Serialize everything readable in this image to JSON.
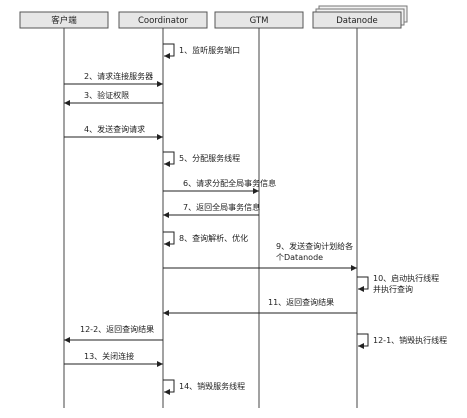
{
  "lifelines": [
    {
      "id": "client",
      "label": "客户端"
    },
    {
      "id": "coord",
      "label": "Coordinator"
    },
    {
      "id": "gtm",
      "label": "GTM"
    },
    {
      "id": "dn",
      "label": "Datanode"
    }
  ],
  "messages": [
    {
      "id": "m1",
      "label": "1、监听服务端口",
      "from": "coord",
      "to": "coord"
    },
    {
      "id": "m2",
      "label": "2、请求连接服务器",
      "from": "client",
      "to": "coord"
    },
    {
      "id": "m3",
      "label": "3、验证权限",
      "from": "coord",
      "to": "client"
    },
    {
      "id": "m4",
      "label": "4、发送查询请求",
      "from": "client",
      "to": "coord"
    },
    {
      "id": "m5",
      "label": "5、分配服务线程",
      "from": "coord",
      "to": "coord"
    },
    {
      "id": "m6",
      "label": "6、请求分配全局事务信息",
      "from": "coord",
      "to": "gtm"
    },
    {
      "id": "m7",
      "label": "7、返回全局事务信息",
      "from": "gtm",
      "to": "coord"
    },
    {
      "id": "m8",
      "label": "8、查询解析、优化",
      "from": "coord",
      "to": "coord"
    },
    {
      "id": "m9",
      "label_lines": [
        "9、发送查询计划给各",
        "个Datanode"
      ],
      "from": "coord",
      "to": "dn"
    },
    {
      "id": "m10",
      "label_lines": [
        "10、启动执行线程",
        "并执行查询"
      ],
      "from": "dn",
      "to": "dn"
    },
    {
      "id": "m11",
      "label": "11、返回查询结果",
      "from": "dn",
      "to": "coord"
    },
    {
      "id": "m12a",
      "label": "12-1、销毁执行线程",
      "from": "dn",
      "to": "dn"
    },
    {
      "id": "m12b",
      "label": "12-2、返回查询结果",
      "from": "coord",
      "to": "client"
    },
    {
      "id": "m13",
      "label": "13、关闭连接",
      "from": "client",
      "to": "coord"
    },
    {
      "id": "m14",
      "label": "14、销毁服务线程",
      "from": "coord",
      "to": "coord"
    }
  ]
}
